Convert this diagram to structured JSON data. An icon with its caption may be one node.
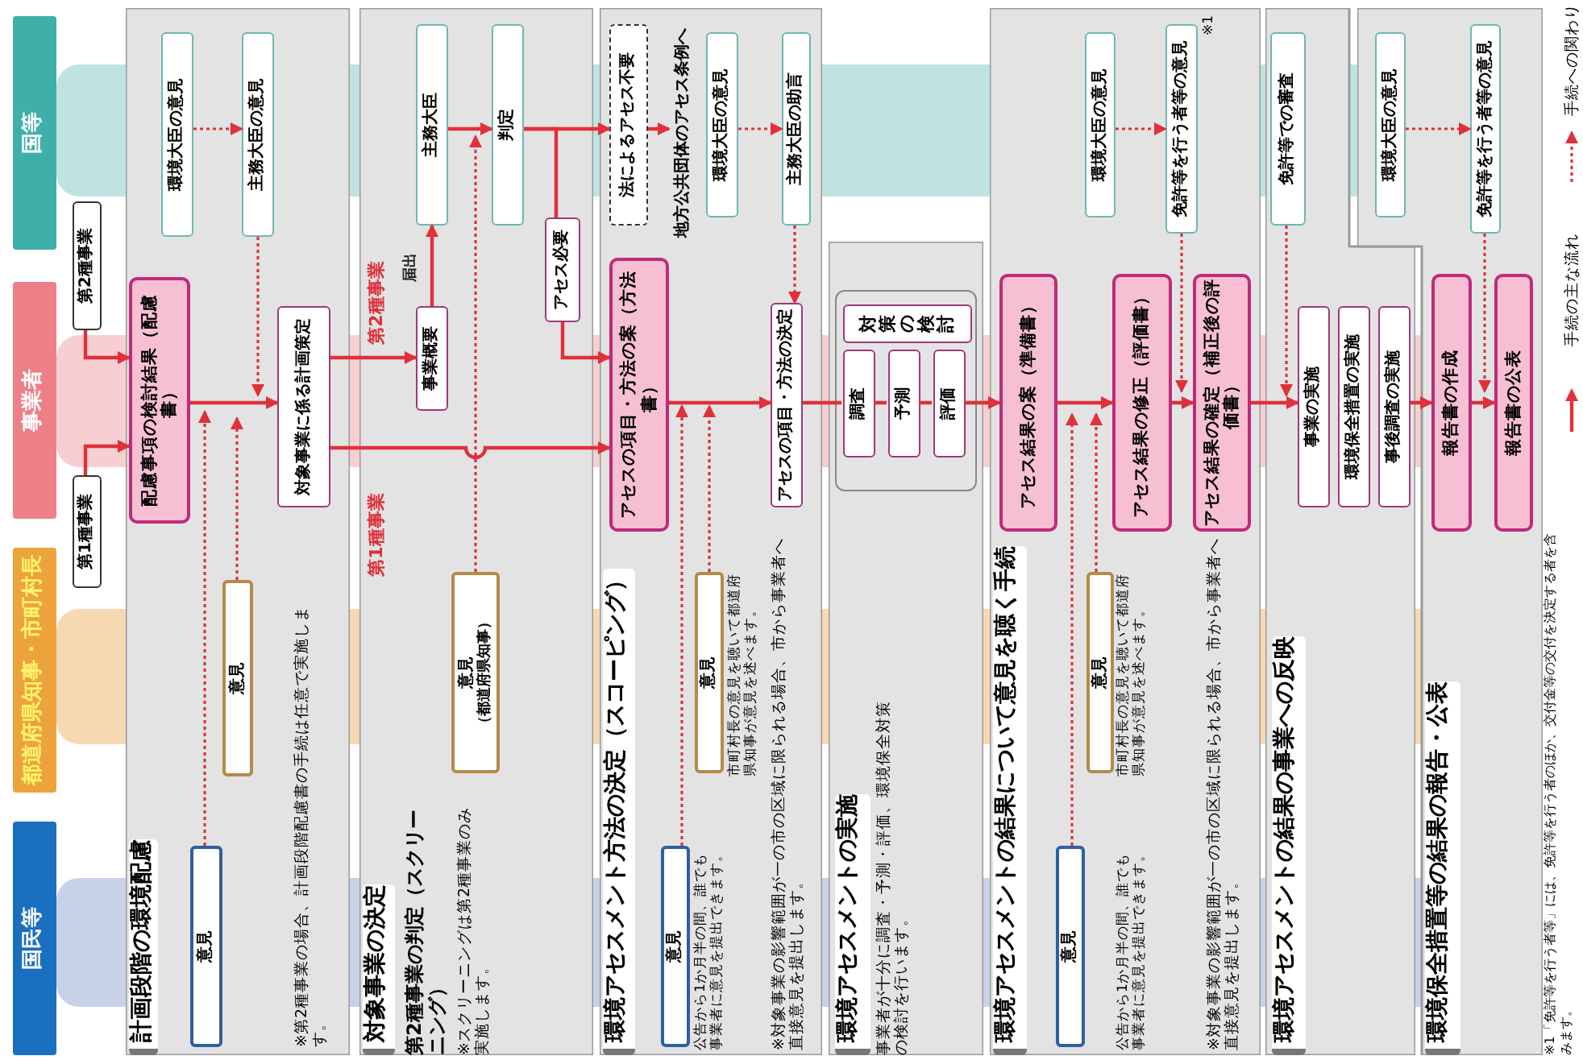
{
  "diagram": {
    "nodes": [
      {
        "text": [
          "国民等"
        ]
      },
      {
        "text": [
          "都道府県知事・市町村長"
        ]
      },
      {
        "text": [
          "事業者"
        ]
      },
      {
        "text": [
          "国等"
        ]
      },
      {
        "text": [
          "第1種事業"
        ]
      },
      {
        "text": [
          "第2種事業"
        ]
      },
      {
        "text": [
          "計画段階の環境配慮",
          "※第2種事業の場合、計画段階配慮書の手続は任意で実施します。"
        ]
      },
      {
        "text": [
          "意見"
        ],
        "in": 6
      },
      {
        "text": [
          "意見"
        ],
        "in": 6
      },
      {
        "text": [
          "配慮事項の検討結果（配慮書）"
        ],
        "in": 6
      },
      {
        "text": [
          "環境大臣の意見"
        ],
        "in": 6
      },
      {
        "text": [
          "主務大臣の意見"
        ],
        "in": 6
      },
      {
        "text": [
          "対象事業に係る計画策定"
        ],
        "in": 6
      },
      {
        "text": [
          "対象事業の決定",
          "第2種事業の判定（スクリーニング）",
          "※スクリーニングは第2種事業のみ実施します。"
        ]
      },
      {
        "text": [
          "意見",
          "（都道府県知事）"
        ],
        "in": 13
      },
      {
        "text": [
          "事業概要"
        ],
        "in": 13
      },
      {
        "text": [
          "主務大臣"
        ],
        "in": 13
      },
      {
        "text": [
          "判定"
        ],
        "in": 13
      },
      {
        "text": [
          "アセス必要"
        ],
        "in": 13
      },
      {
        "text": [
          "環境アセスメント方法の決定（スコーピング）",
          "※対象事業の影響範囲が一の市の区域に限られる場合、市から事業者へ直接意見を提出します。"
        ]
      },
      {
        "text": [
          "法によるアセス不要"
        ],
        "in": 19
      },
      {
        "text": [
          "地方公共団体のアセス条例へ"
        ],
        "in": 19
      },
      {
        "text": [
          "環境大臣の意見"
        ],
        "in": 19
      },
      {
        "text": [
          "主務大臣の助言"
        ],
        "in": 19
      },
      {
        "text": [
          "意見"
        ],
        "in": 19,
        "beside": [
          "公告から1か月半の間、誰でも事業者に意見を提出できます。"
        ]
      },
      {
        "text": [
          "意見"
        ],
        "in": 19,
        "beside": [
          "市町村長の意見を聴いて都道府県知事が意見を述べます。"
        ]
      },
      {
        "text": [
          "アセスの項目・方法の案（方法書）"
        ],
        "in": 19
      },
      {
        "text": [
          "アセスの項目・方法の決定"
        ],
        "in": 19
      },
      {
        "text": [
          "環境アセスメントの実施",
          "事業者が十分に調査・予測・評価、環境保全対策の検討を行います。"
        ]
      },
      {
        "text": [],
        "shape": "box",
        "in": 28
      },
      {
        "text": [
          "対策の検討"
        ],
        "in": 29
      },
      {
        "text": [
          "調査"
        ],
        "in": 29
      },
      {
        "text": [
          "予測"
        ],
        "in": 29
      },
      {
        "text": [
          "評価"
        ],
        "in": 29
      },
      {
        "text": [
          "環境アセスメントの結果について意見を聴く手続",
          "※対象事業の影響範囲が一の市の区域に限られる場合、市から事業者へ直接意見を提出します。"
        ]
      },
      {
        "text": [
          "意見"
        ],
        "in": 34,
        "beside": [
          "公告から1か月半の間、誰でも事業者に意見を提出できます。"
        ]
      },
      {
        "text": [
          "意見"
        ],
        "in": 34,
        "beside": [
          "市町村長の意見を聴いて都道府県知事が意見を述べます。"
        ]
      },
      {
        "text": [
          "アセス結果の案（準備書）"
        ],
        "in": 34
      },
      {
        "text": [
          "環境大臣の意見"
        ],
        "in": 34
      },
      {
        "text": [
          "免許等を行う者等の意見"
        ],
        "in": 34,
        "beside": [
          "※1"
        ]
      },
      {
        "text": [
          "アセス結果の修正（評価書）"
        ],
        "in": 34
      },
      {
        "text": [
          "アセス結果の確定（補正後の評価書）"
        ],
        "in": 34
      },
      {
        "text": [
          "環境アセスメントの結果の事業への反映"
        ]
      },
      {
        "text": [
          "免許等での審査"
        ],
        "in": 42
      },
      {
        "text": [
          "事業の実施"
        ],
        "in": 42
      },
      {
        "text": [
          "環境保全措置の実施"
        ],
        "in": 42
      },
      {
        "text": [
          "事後調査の実施"
        ],
        "in": 42
      },
      {
        "text": [
          "環境保全措置等の結果の報告・公表"
        ]
      },
      {
        "text": [
          "環境大臣の意見"
        ],
        "in": 47
      },
      {
        "text": [
          "免許等を行う者等の意見"
        ],
        "in": 47
      },
      {
        "text": [
          "報告書の作成"
        ],
        "in": 47
      },
      {
        "text": [
          "報告書の公表"
        ],
        "in": 47
      }
    ],
    "edges": [
      {
        "from": 5,
        "to": 9,
        "arrow": "to"
      },
      {
        "from": 4,
        "to": 9,
        "arrow": "to"
      },
      {
        "from": 9,
        "to": 12,
        "arrow": "to"
      },
      {
        "from": 12,
        "to": 15,
        "arrow": "to",
        "label": "第2種事業"
      },
      {
        "from": 15,
        "to": 16,
        "arrow": "to",
        "label": "届出"
      },
      {
        "from": 16,
        "to": 17,
        "arrow": "to"
      },
      {
        "from": 17,
        "to": 20,
        "arrow": "to"
      },
      {
        "from": 17,
        "to": 18,
        "arrow": "none"
      },
      {
        "from": 20,
        "to": 21,
        "arrow": "to"
      },
      {
        "from": 18,
        "to": 26,
        "arrow": "to"
      },
      {
        "from": 12,
        "to": 26,
        "arrow": "to",
        "label": "第1種事業"
      },
      {
        "from": 26,
        "to": 27,
        "arrow": "to"
      },
      {
        "from": 27,
        "to": 31,
        "arrow": "none"
      },
      {
        "from": 31,
        "to": 32,
        "arrow": "none"
      },
      {
        "from": 32,
        "to": 33,
        "arrow": "none"
      },
      {
        "from": 33,
        "to": 37,
        "arrow": "to"
      },
      {
        "from": 37,
        "to": 40,
        "arrow": "to"
      },
      {
        "from": 40,
        "to": 41,
        "arrow": "to"
      },
      {
        "from": 41,
        "to": 44,
        "arrow": "to"
      },
      {
        "from": 46,
        "to": 50,
        "arrow": "to"
      },
      {
        "from": 50,
        "to": 51,
        "arrow": "to"
      },
      {
        "from": 10,
        "to": 11,
        "arrow": "to",
        "style": "dashed"
      },
      {
        "from": 11,
        "to": 12,
        "arrow": "to",
        "style": "dashed"
      },
      {
        "from": 7,
        "to": 9,
        "arrow": "to",
        "style": "dashed"
      },
      {
        "from": 8,
        "to": 12,
        "arrow": "to",
        "style": "dashed"
      },
      {
        "from": 14,
        "to": 17,
        "arrow": "to",
        "style": "dashed"
      },
      {
        "from": 22,
        "to": 23,
        "arrow": "to",
        "style": "dashed"
      },
      {
        "from": 23,
        "to": 27,
        "arrow": "to",
        "style": "dashed"
      },
      {
        "from": 24,
        "to": 26,
        "arrow": "to",
        "style": "dashed"
      },
      {
        "from": 25,
        "to": 26,
        "arrow": "to",
        "style": "dashed"
      },
      {
        "from": 38,
        "to": 39,
        "arrow": "to",
        "style": "dashed"
      },
      {
        "from": 39,
        "to": 41,
        "arrow": "to",
        "style": "dashed"
      },
      {
        "from": 35,
        "to": 37,
        "arrow": "to",
        "style": "dashed"
      },
      {
        "from": 36,
        "to": 40,
        "arrow": "to",
        "style": "dashed"
      },
      {
        "from": 43,
        "to": 44,
        "arrow": "to",
        "style": "dashed"
      },
      {
        "from": 48,
        "to": 49,
        "arrow": "to",
        "style": "dashed"
      },
      {
        "from": 49,
        "to": 51,
        "arrow": "to",
        "style": "dashed"
      }
    ],
    "labels": [
      "※1「免許等を行う者等」には、免許等を行う者のほか、交付金等の交付を決定する者を含みます。"
    ],
    "legend": [
      {
        "text": "手続の主な流れ"
      },
      {
        "text": "手続への関わり"
      }
    ]
  }
}
